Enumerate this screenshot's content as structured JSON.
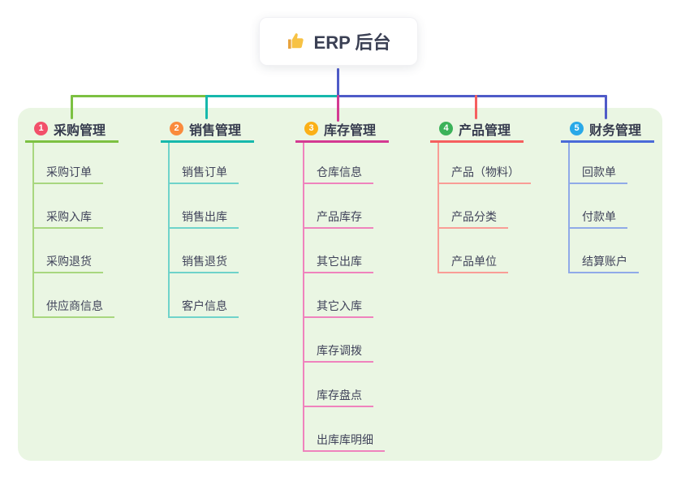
{
  "root": {
    "title": "ERP 后台",
    "icon": "thumbs-up-icon"
  },
  "branches": [
    {
      "index": "1",
      "title": "采购管理",
      "badge_color": "#f2506a",
      "line_color": "#7cc142",
      "child_line_color": "#a8d77f",
      "children": [
        "采购订单",
        "采购入库",
        "采购退货",
        "供应商信息"
      ]
    },
    {
      "index": "2",
      "title": "销售管理",
      "badge_color": "#fa8b3c",
      "line_color": "#16b8ac",
      "child_line_color": "#6fd3ca",
      "children": [
        "销售订单",
        "销售出库",
        "销售退货",
        "客户信息"
      ]
    },
    {
      "index": "3",
      "title": "库存管理",
      "badge_color": "#fbb017",
      "line_color": "#d43a92",
      "child_line_color": "#ef83bd",
      "children": [
        "仓库信息",
        "产品库存",
        "其它出库",
        "其它入库",
        "库存调拨",
        "库存盘点",
        "出库库明细"
      ]
    },
    {
      "index": "4",
      "title": "产品管理",
      "badge_color": "#3bb259",
      "line_color": "#f55f5f",
      "child_line_color": "#f99d96",
      "children": [
        "产品（物料）",
        "产品分类",
        "产品单位"
      ]
    },
    {
      "index": "5",
      "title": "财务管理",
      "badge_color": "#29a9e8",
      "line_color": "#4a6ad8",
      "child_line_color": "#90aae8",
      "children": [
        "回款单",
        "付款单",
        "结算账户"
      ]
    }
  ],
  "colors": {
    "root_connector": "#4f5bc8",
    "panel_background": "#eaf6e3",
    "title_text": "#363b4e",
    "child_text": "#40435a"
  }
}
